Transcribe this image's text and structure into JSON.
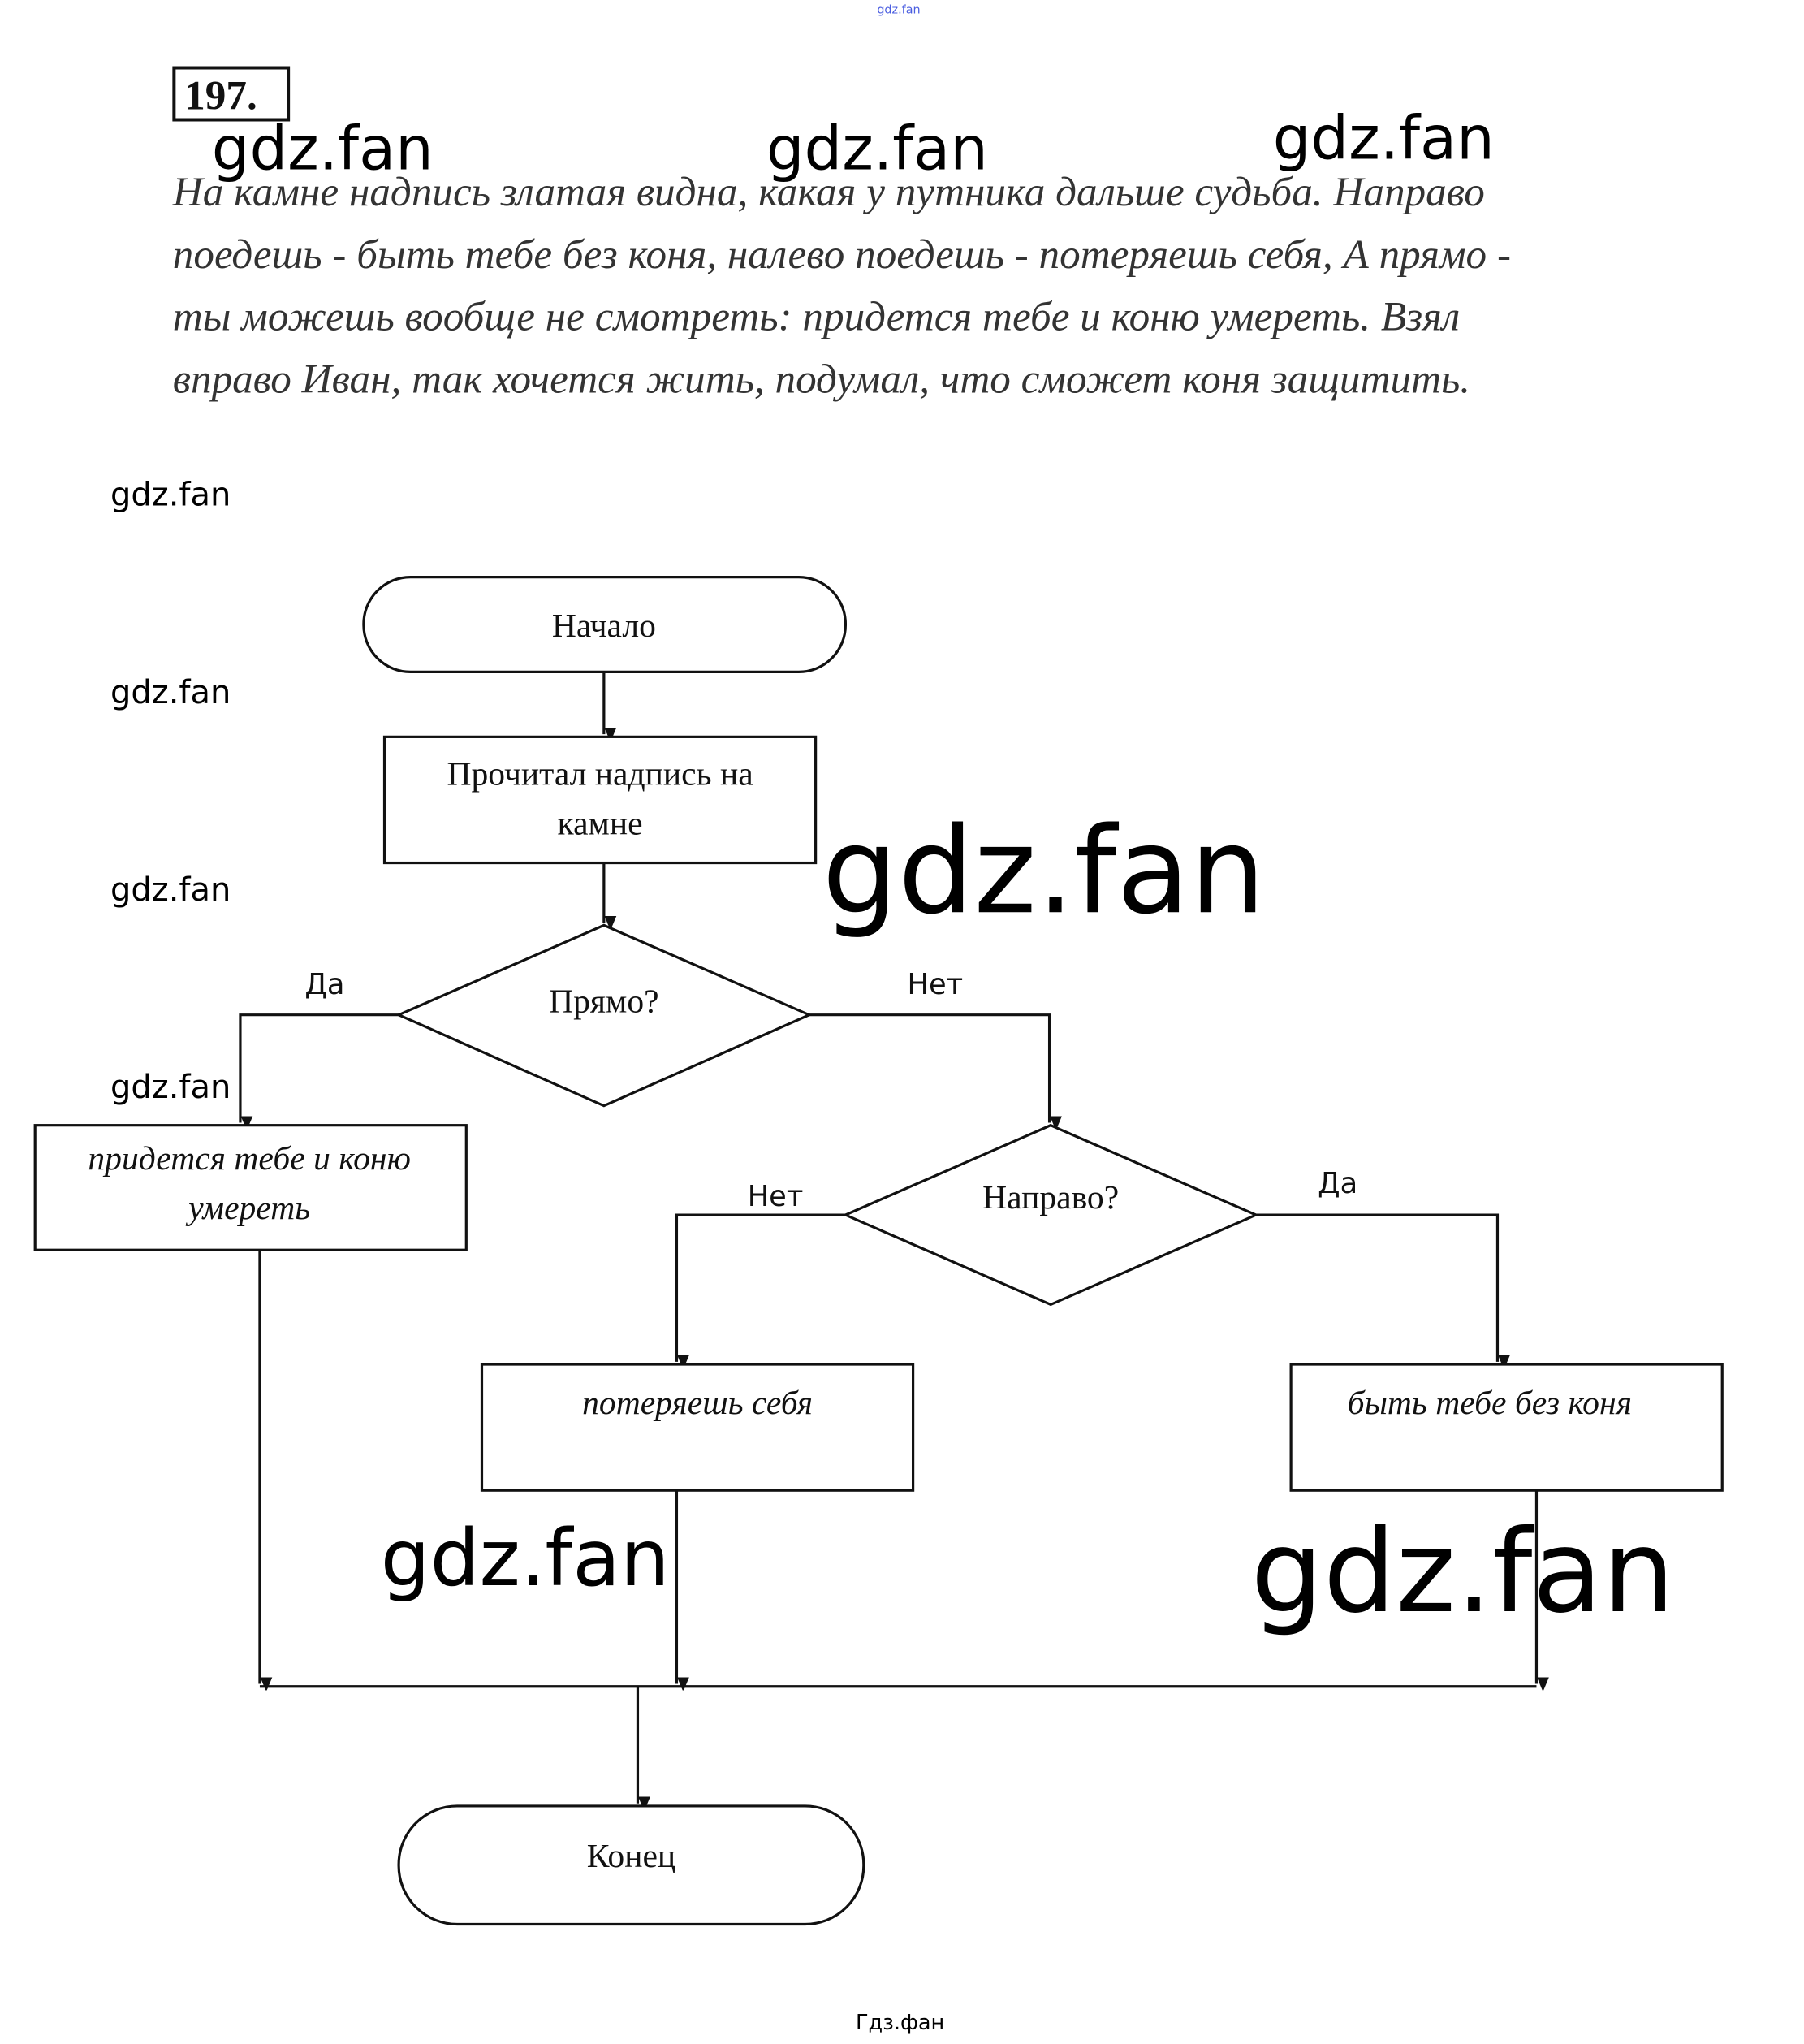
{
  "header": {
    "top_watermark": "gdz.fan",
    "task_number": "197."
  },
  "paragraph": {
    "lines": [
      "На камне надпись златая видна, какая у путника дальше судьба. Направо",
      "поедешь - быть тебе без коня, налево поедешь - потеряешь себя, А прямо -",
      "ты можешь вообще не смотреть: придется тебе и коню умереть. Взял",
      "вправо Иван, так хочется жить, подумал, что сможет коня защитить."
    ]
  },
  "flowchart": {
    "start": "Начало",
    "step1": [
      "Прочитал надпись на",
      "камне"
    ],
    "decision1": "Прямо?",
    "decision1_yes": "Да",
    "decision1_no": "Нет",
    "outcome_straight": [
      "придется тебе и коню",
      "умереть"
    ],
    "decision2": "Направо?",
    "decision2_no": "Нет",
    "decision2_yes": "Да",
    "outcome_left": "потеряешь себя",
    "outcome_right": "быть тебе без коня",
    "end": "Конец"
  },
  "watermarks": {
    "text": "gdz.fan",
    "footer": "Гдз.фан"
  }
}
